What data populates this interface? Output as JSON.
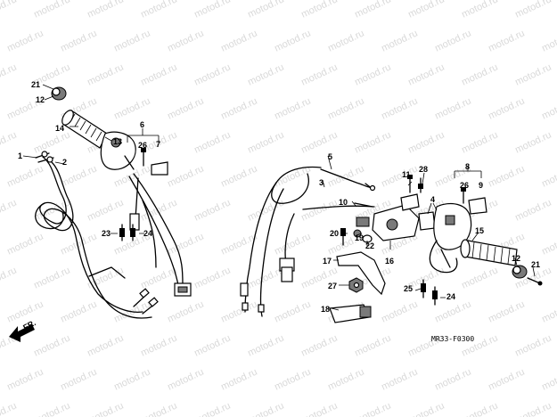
{
  "watermark": "motod.ru",
  "drawing_code": "MR33-F0300",
  "direction_label": "FR.",
  "callouts": {
    "c1": "1",
    "c2": "2",
    "c3": "3",
    "c4": "4",
    "c5": "5",
    "c6l": "6",
    "c6r": "8",
    "c7l": "7",
    "c7r": "9",
    "c10": "10",
    "c11": "11",
    "c12l": "12",
    "c12r": "12",
    "c13": "13",
    "c14": "14",
    "c15": "15",
    "c16": "16",
    "c17": "17",
    "c18": "18",
    "c19": "19",
    "c20": "20",
    "c21l": "21",
    "c21r": "21",
    "c22": "22",
    "c23": "23",
    "c24l": "24",
    "c24r": "24",
    "c25": "25",
    "c26l": "26",
    "c26r": "26",
    "c27": "27",
    "c28": "28"
  }
}
